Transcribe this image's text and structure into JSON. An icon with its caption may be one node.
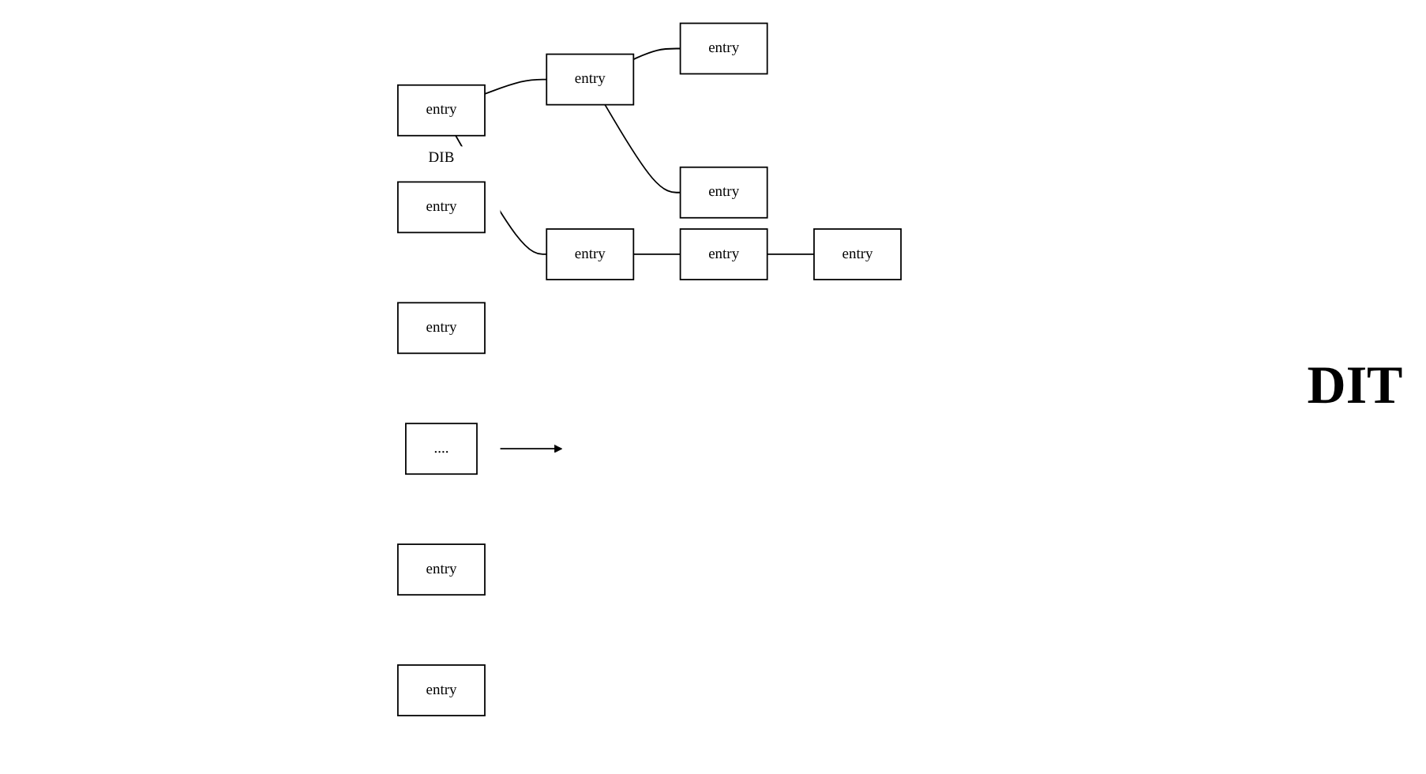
{
  "diagram": {
    "nodes": [
      {
        "text": [
          "DIB"
        ]
      },
      {
        "text": [
          "entry"
        ],
        "in": 0
      },
      {
        "text": [
          "entry"
        ],
        "in": 0
      },
      {
        "text": [
          "...."
        ],
        "in": 0
      },
      {
        "text": [
          "entry"
        ],
        "in": 0
      },
      {
        "text": [
          "entry"
        ],
        "in": 0
      },
      {
        "text": [
          "entry"
        ]
      },
      {
        "text": [
          "entry"
        ]
      },
      {
        "text": [
          "entry"
        ]
      },
      {
        "text": [
          "entry"
        ]
      },
      {
        "text": [
          "entry"
        ]
      },
      {
        "text": [
          "entry"
        ]
      },
      {
        "text": [
          "entry"
        ]
      }
    ],
    "edges": [
      {
        "from": 0,
        "to": null,
        "arrow": "to"
      },
      {
        "from": 6,
        "to": 7,
        "arrow": "none"
      },
      {
        "from": 6,
        "to": 8,
        "arrow": "none"
      },
      {
        "from": 7,
        "to": 9,
        "arrow": "none"
      },
      {
        "from": 7,
        "to": 10,
        "arrow": "none"
      },
      {
        "from": 8,
        "to": 11,
        "arrow": "none"
      },
      {
        "from": 11,
        "to": 12,
        "arrow": "none"
      }
    ],
    "labels": [
      "DIT"
    ]
  }
}
